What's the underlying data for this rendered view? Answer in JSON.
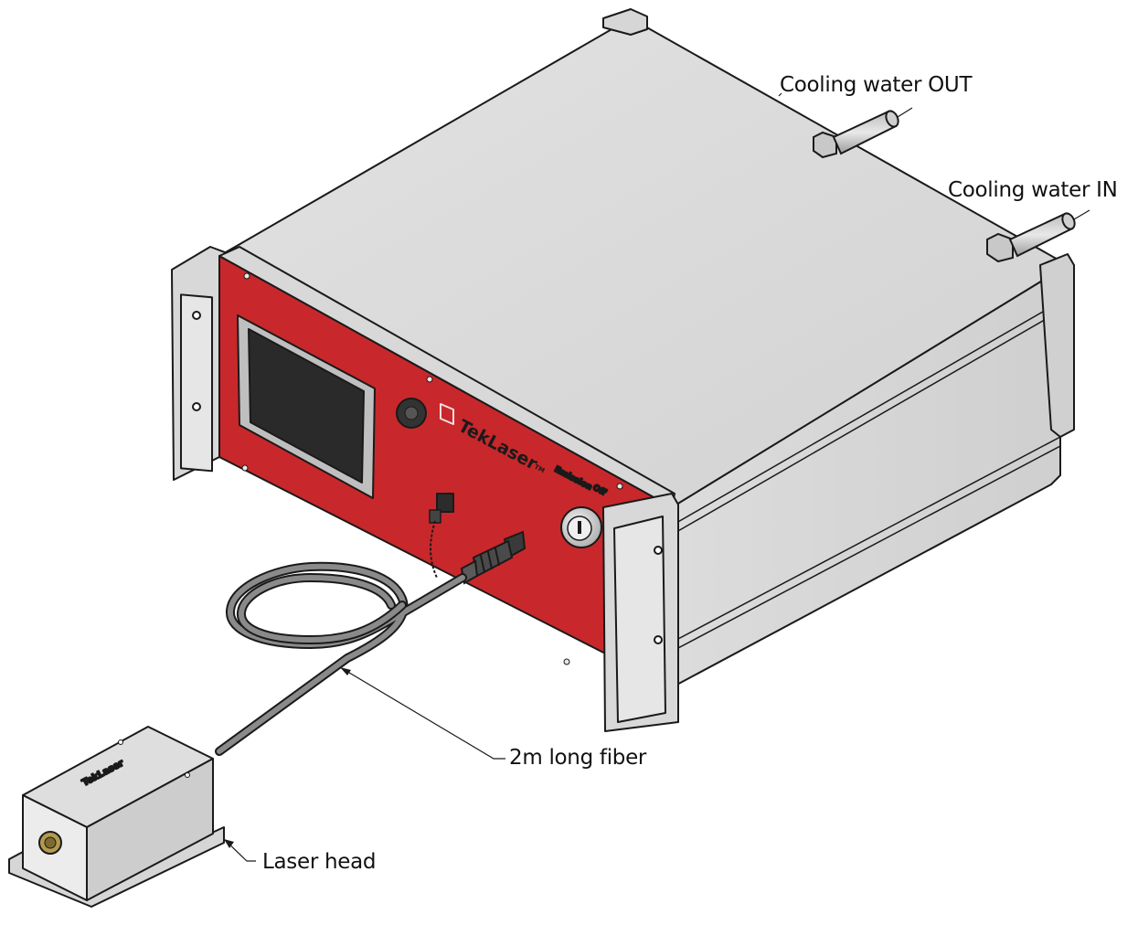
{
  "callouts": {
    "cooling_out": "Cooling water OUT",
    "cooling_in": "Cooling water IN",
    "fiber": "2m long fiber",
    "laser_head": "Laser head"
  },
  "panel": {
    "brand": "TekLaser",
    "trademark": "TM",
    "emission_label": "Emission",
    "off_label": "Off"
  },
  "head": {
    "brand": "TekLaser"
  },
  "colors": {
    "panel_red": "#c8282b",
    "chassis_gray": "#d9d9d9",
    "outline": "#1a1a1a",
    "fiber_gray": "#8a8a8a",
    "brass": "#b39a4e"
  }
}
